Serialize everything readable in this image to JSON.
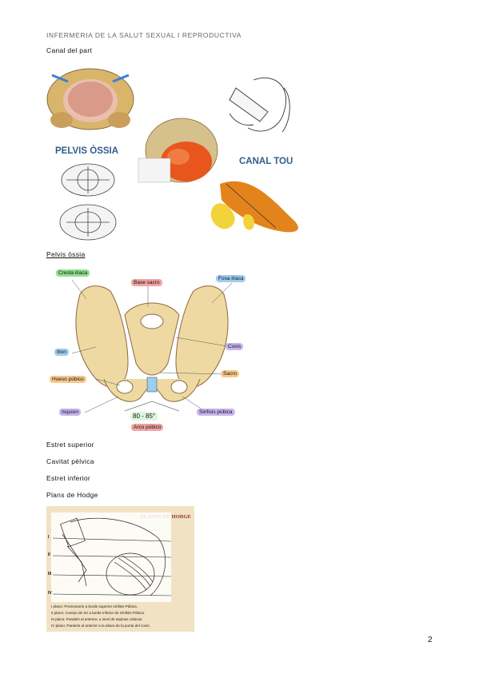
{
  "header": {
    "title": "INFERMERIA DE LA SALUT SEXUAL I REPRODUCTIVA"
  },
  "sections": {
    "canal": "Canal del part",
    "pelvis_ossia": "Pelvis òssia",
    "estret_superior": "Estret superior",
    "cavitat": "Cavitat pèlvica",
    "estret_inferior": "Estret inferior",
    "plans": "Plans de Hodge"
  },
  "figure1": {
    "label_pelvis": "PELVIS ÒSSIA",
    "label_canal": "CANAL TOU"
  },
  "figure2": {
    "labels": {
      "cresta": "Cresta ilíaca",
      "base": "Base sacro",
      "fosa": "Fosa ilíaca",
      "ilion": "Ilion",
      "coxis": "Coxis",
      "sacro": "Sacro",
      "hueso": "Hueso púbico",
      "isquion": "Isquion",
      "sinfisis": "Sinfisis púbica",
      "angle": "80 - 85°",
      "arco": "Arco púbico"
    },
    "colors": {
      "bone": "#efd9a3",
      "outline": "#8a6a3a",
      "green": "#8ee08e",
      "red": "#f4a2a2",
      "blue": "#9ecdf0",
      "purple": "#c9b4ef",
      "orange": "#f7c98a"
    }
  },
  "figure3": {
    "title": "PLANOS DE HODGE",
    "roman": [
      "I",
      "II",
      "III",
      "IV"
    ],
    "notes": [
      "I plano: Promontorio a borde superior sínfisis Púbica.",
      "II plano: Cuerpo de S2 a borde inferior de Sínfisis Púbica.",
      "III plano: Paralelo al anterior, a nivel de espinas ciáticas.",
      "IV plano: Paralelo al anterior a la altura de la punta del coxis."
    ]
  },
  "page_number": "2"
}
